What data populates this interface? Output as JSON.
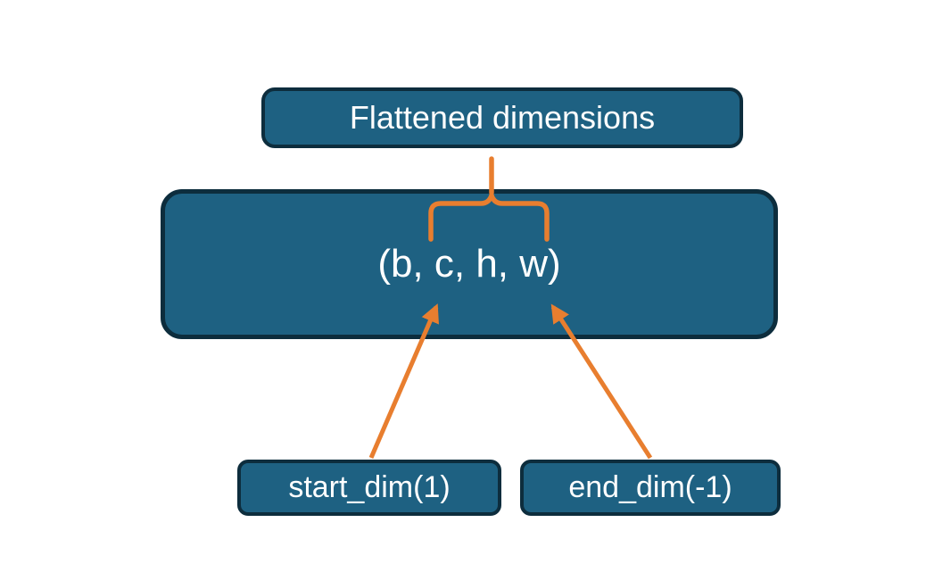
{
  "colors": {
    "bg": "#ffffff",
    "box_fill": "#1e6182",
    "box_border": "#0d2d3d",
    "text_color": "#ffffff",
    "accent": "#e87e2f"
  },
  "diagram": {
    "top_box": {
      "label": "Flattened dimensions"
    },
    "main_box": {
      "label": "(b, c, h, w)"
    },
    "bottom_boxes": [
      {
        "label": "start_dim(1)"
      },
      {
        "label": "end_dim(-1)"
      }
    ]
  }
}
